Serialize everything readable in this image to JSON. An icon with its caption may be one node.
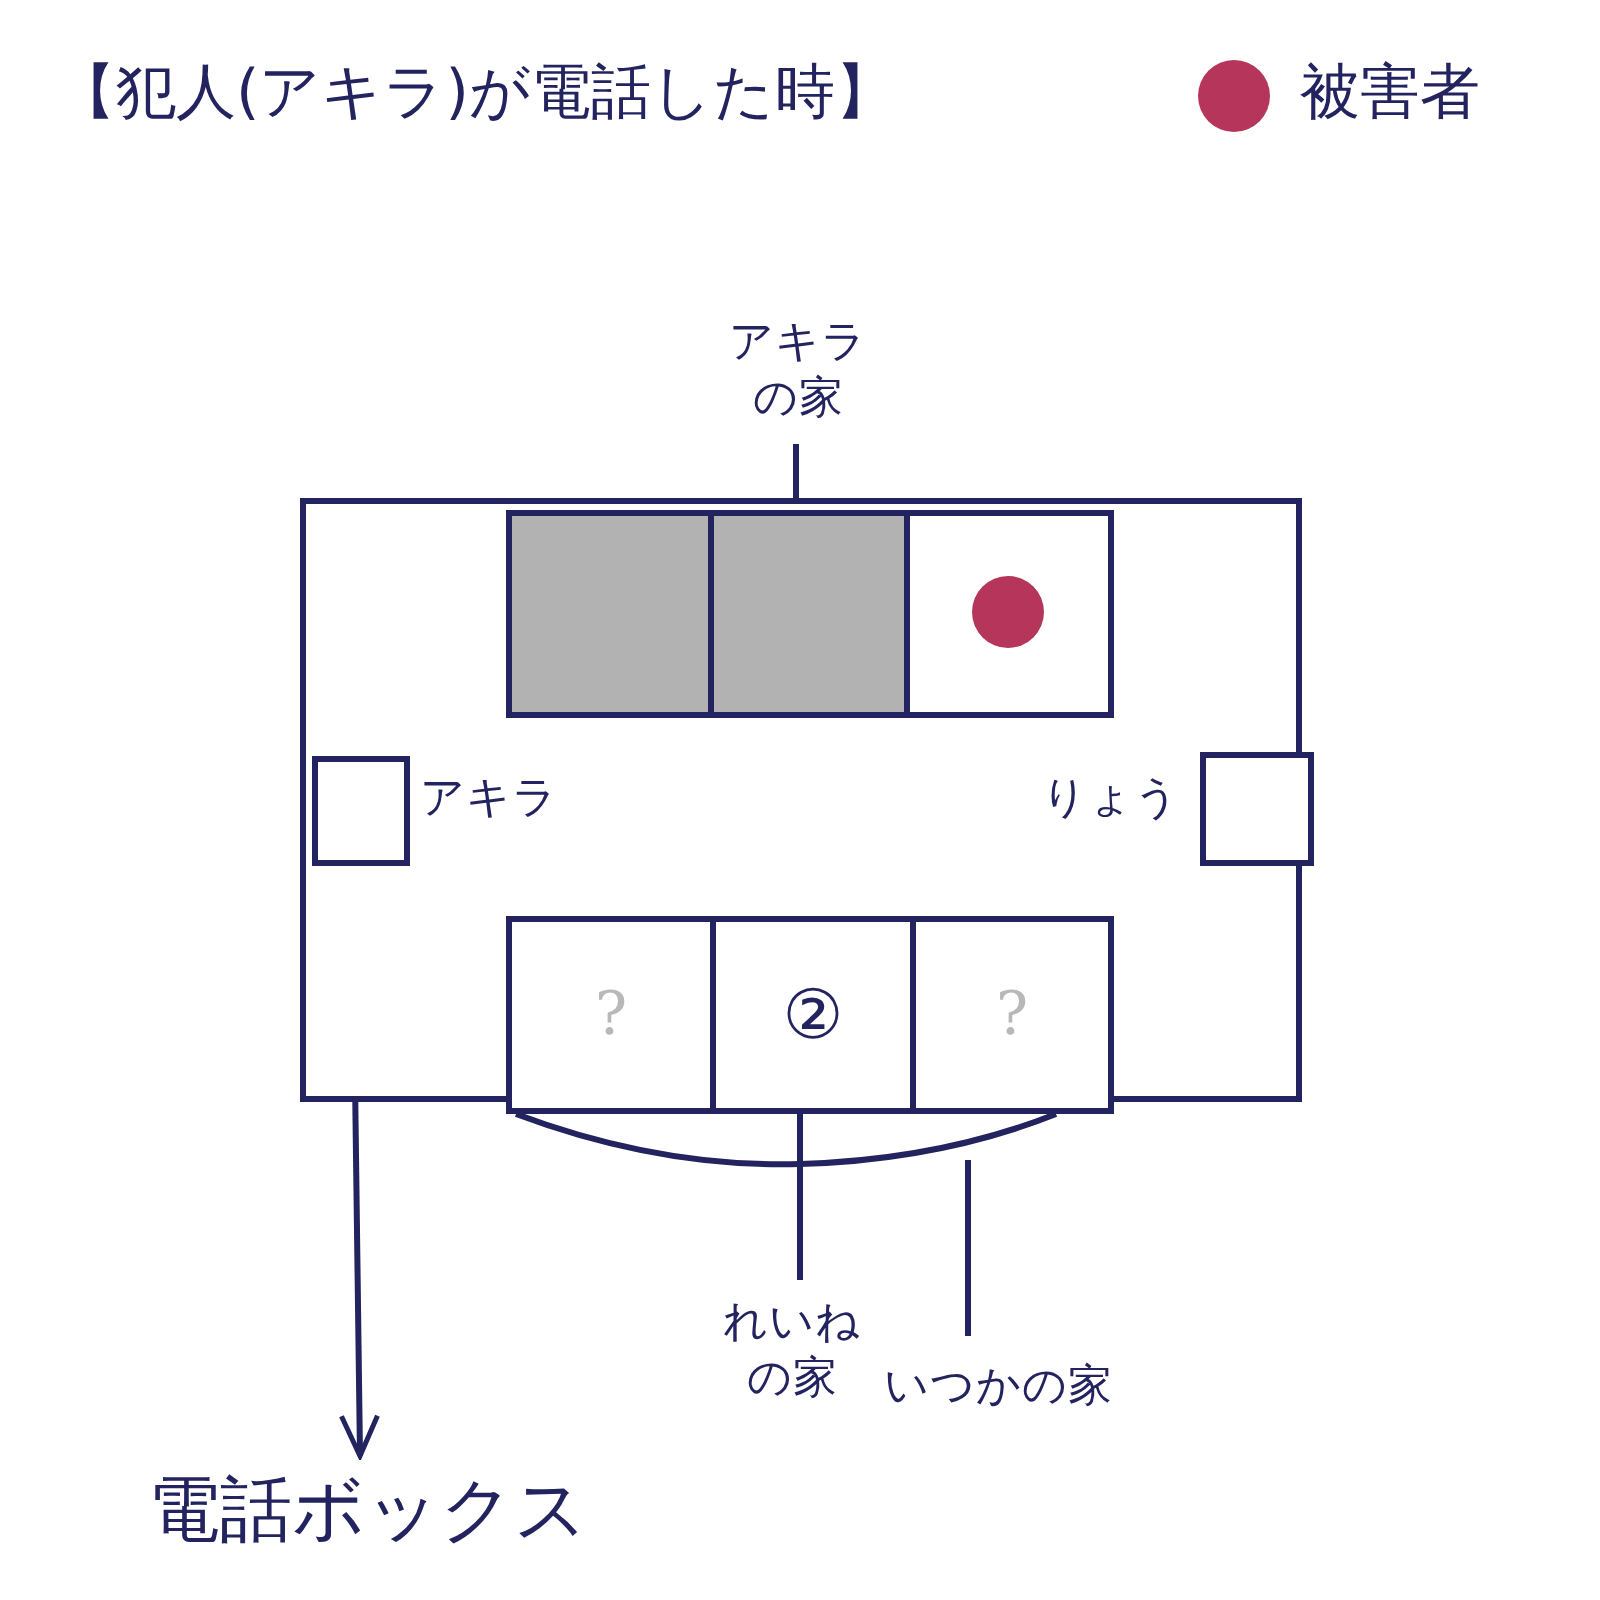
{
  "diagram": {
    "title": "【犯人(アキラ)が電話した時】",
    "nodes": [
      {
        "text": [],
        "shape": "box"
      },
      {
        "text": [],
        "shape": "box",
        "in": 0
      },
      {
        "text": [],
        "shape": "box",
        "in": 0
      },
      {
        "text": [],
        "shape": "box",
        "in": 0
      },
      {
        "text": [],
        "shape": "box",
        "in": 0,
        "beside": [
          "アキラ"
        ]
      },
      {
        "text": [],
        "shape": "box",
        "in": 0,
        "beside": [
          "りょう"
        ]
      },
      {
        "text": [
          "?"
        ],
        "in": 0
      },
      {
        "text": [
          "②"
        ],
        "in": 0
      },
      {
        "text": [
          "?"
        ],
        "in": 0
      },
      {
        "text": [
          "アキラの家"
        ]
      },
      {
        "text": [
          "れいねの家"
        ]
      },
      {
        "text": [
          "いつかの家"
        ]
      },
      {
        "text": [
          "電話ボックス"
        ]
      }
    ],
    "edges": [
      {
        "from": 9,
        "to": 2,
        "arrow": "none"
      },
      {
        "from": 4,
        "to": 12,
        "arrow": "to"
      },
      {
        "from": 10,
        "to": 7,
        "arrow": "none"
      },
      {
        "from": 11,
        "to": null,
        "arrow": "none"
      }
    ],
    "legend": [
      {
        "text": "被害者",
        "color": "#b5365a"
      }
    ]
  }
}
